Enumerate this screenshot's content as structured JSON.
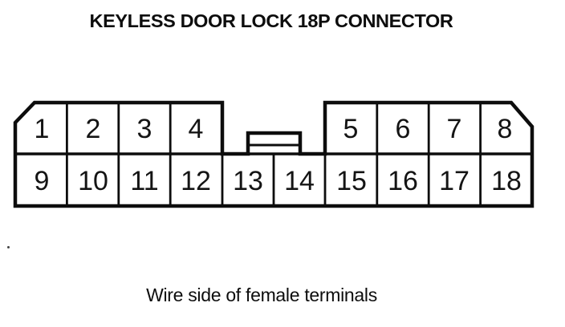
{
  "title": "KEYLESS DOOR LOCK 18P CONNECTOR",
  "caption": "Wire side of female terminals",
  "colors": {
    "ink": "#0d0d0d",
    "background": "#ffffff"
  },
  "connector": {
    "type": "18P connector pinout, wire side, female terminals",
    "pins_top_left": [
      "1",
      "2",
      "3",
      "4"
    ],
    "pins_top_right": [
      "5",
      "6",
      "7",
      "8"
    ],
    "pins_bottom": [
      "9",
      "10",
      "11",
      "12",
      "13",
      "14",
      "15",
      "16",
      "17",
      "18"
    ]
  }
}
